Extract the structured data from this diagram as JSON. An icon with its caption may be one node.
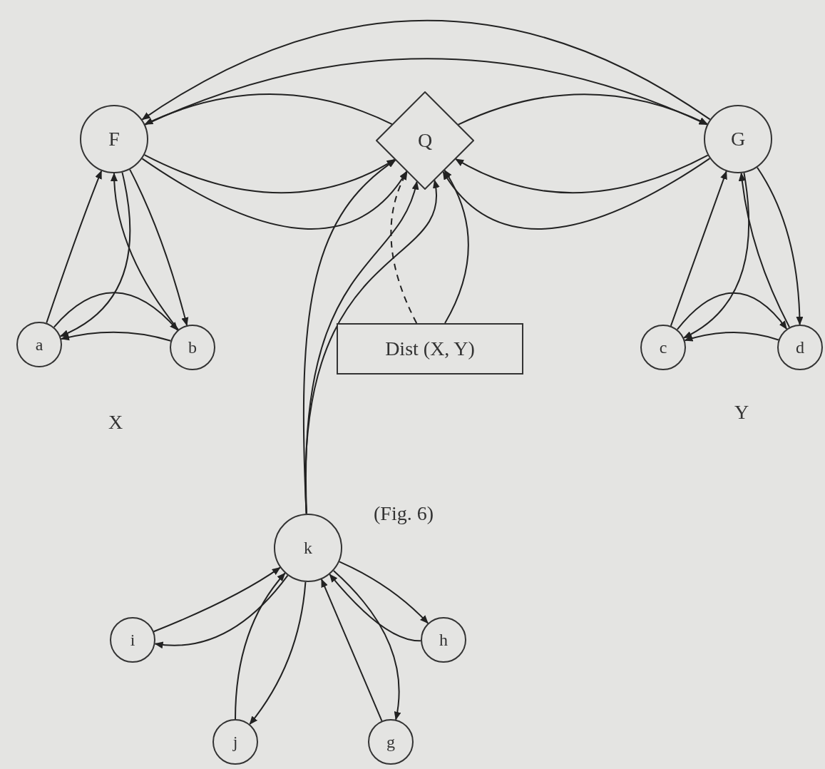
{
  "diagram": {
    "nodes": [
      {
        "text": [
          "F"
        ]
      },
      {
        "text": [
          "Q"
        ]
      },
      {
        "text": [
          "G"
        ]
      },
      {
        "text": [
          "a"
        ]
      },
      {
        "text": [
          "b"
        ]
      },
      {
        "text": [
          "Dist (X, Y)"
        ]
      },
      {
        "text": [
          "c"
        ]
      },
      {
        "text": [
          "d"
        ]
      },
      {
        "text": [
          "k"
        ]
      },
      {
        "text": [
          "i"
        ]
      },
      {
        "text": [
          "h"
        ]
      },
      {
        "text": [
          "j"
        ]
      },
      {
        "text": [
          "g"
        ]
      }
    ],
    "edges": [
      {
        "from": 2,
        "to": 0,
        "arrow": "to"
      },
      {
        "from": 0,
        "to": 2,
        "arrow": "to"
      },
      {
        "from": 1,
        "to": 0,
        "arrow": "to"
      },
      {
        "from": 1,
        "to": 2,
        "arrow": "to"
      },
      {
        "from": 0,
        "to": 1,
        "arrow": "to"
      },
      {
        "from": 2,
        "to": 1,
        "arrow": "to"
      },
      {
        "from": 0,
        "to": 1,
        "arrow": "to"
      },
      {
        "from": 2,
        "to": 1,
        "arrow": "to"
      },
      {
        "from": 8,
        "to": 1,
        "arrow": "to"
      },
      {
        "from": 8,
        "to": 1,
        "arrow": "to"
      },
      {
        "from": 8,
        "to": 1,
        "arrow": "to"
      },
      {
        "from": 5,
        "to": 1,
        "arrow": "to",
        "style": "dashed"
      },
      {
        "from": 5,
        "to": 1,
        "arrow": "to"
      },
      {
        "from": 3,
        "to": 0,
        "arrow": "to"
      },
      {
        "from": 4,
        "to": 0,
        "arrow": "to"
      },
      {
        "from": 0,
        "to": 4,
        "arrow": "to"
      },
      {
        "from": 0,
        "to": 3,
        "arrow": "to"
      },
      {
        "from": 3,
        "to": 4,
        "arrow": "to"
      },
      {
        "from": 4,
        "to": 3,
        "arrow": "to"
      },
      {
        "from": 6,
        "to": 2,
        "arrow": "to"
      },
      {
        "from": 7,
        "to": 2,
        "arrow": "to"
      },
      {
        "from": 2,
        "to": 7,
        "arrow": "to"
      },
      {
        "from": 2,
        "to": 6,
        "arrow": "to"
      },
      {
        "from": 6,
        "to": 7,
        "arrow": "to"
      },
      {
        "from": 7,
        "to": 6,
        "arrow": "to"
      },
      {
        "from": 9,
        "to": 8,
        "arrow": "to"
      },
      {
        "from": 8,
        "to": 9,
        "arrow": "to"
      },
      {
        "from": 11,
        "to": 8,
        "arrow": "to"
      },
      {
        "from": 8,
        "to": 11,
        "arrow": "to"
      },
      {
        "from": 8,
        "to": 10,
        "arrow": "to"
      },
      {
        "from": 10,
        "to": 8,
        "arrow": "to"
      },
      {
        "from": 12,
        "to": 8,
        "arrow": "to"
      },
      {
        "from": 8,
        "to": 12,
        "arrow": "to"
      }
    ],
    "labels": [
      "X",
      "Y",
      "(Fig. 6)"
    ]
  }
}
